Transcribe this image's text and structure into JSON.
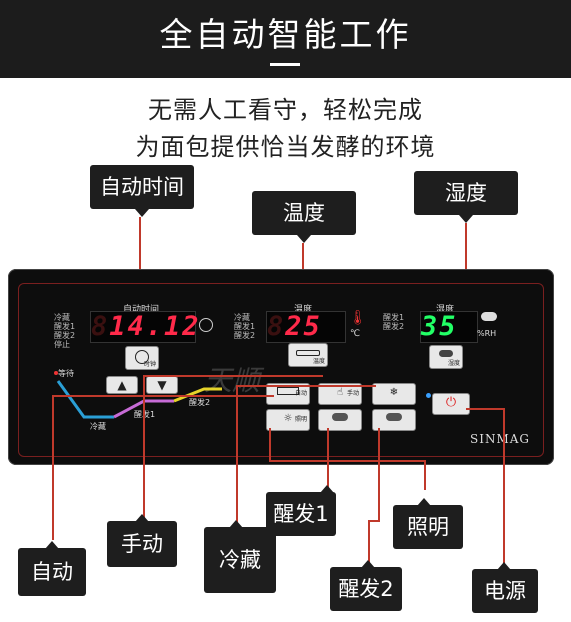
{
  "header": {
    "title": "全自动智能工作",
    "subtitle_line1": "无需人工看守，轻松完成",
    "subtitle_line2": "为面包提供恰当发酵的环境"
  },
  "callouts": {
    "auto_time": "自动时间",
    "temperature": "温度",
    "humidity": "湿度",
    "auto": "自动",
    "manual": "手动",
    "refrigerate": "冷藏",
    "proof1": "醒发1",
    "light": "照明",
    "proof2": "醒发2",
    "power": "电源"
  },
  "panel": {
    "time_title": "自动时间",
    "time_display": "14.12",
    "time_ghost": "8",
    "time_side_labels": [
      "冷藏",
      "醒发1",
      "醒发2",
      "停止"
    ],
    "temp_title": "温度",
    "temp_display": "25",
    "temp_ghost": "8",
    "temp_unit": "℃",
    "temp_side_labels": [
      "冷藏",
      "醒发1",
      "醒发2"
    ],
    "hum_title": "湿度",
    "hum_display": "35",
    "hum_unit": "%RH",
    "hum_side_labels": [
      "醒发1",
      "醒发2"
    ],
    "waiting_label": "等待",
    "cold_label": "冷藏",
    "proof1_label": "醒发1",
    "proof2_label": "醒发2",
    "btn_time": "时钟",
    "btn_temp": "温度",
    "btn_hum": "湿度",
    "btn_auto": "自动",
    "btn_manual": "手动",
    "btn_light": "照明",
    "brand": "SINMAG",
    "watermark": "天顺"
  },
  "colors": {
    "red_led": "#ff2a4a",
    "green_led": "#22ff66",
    "lead_line": "#c0392b"
  }
}
